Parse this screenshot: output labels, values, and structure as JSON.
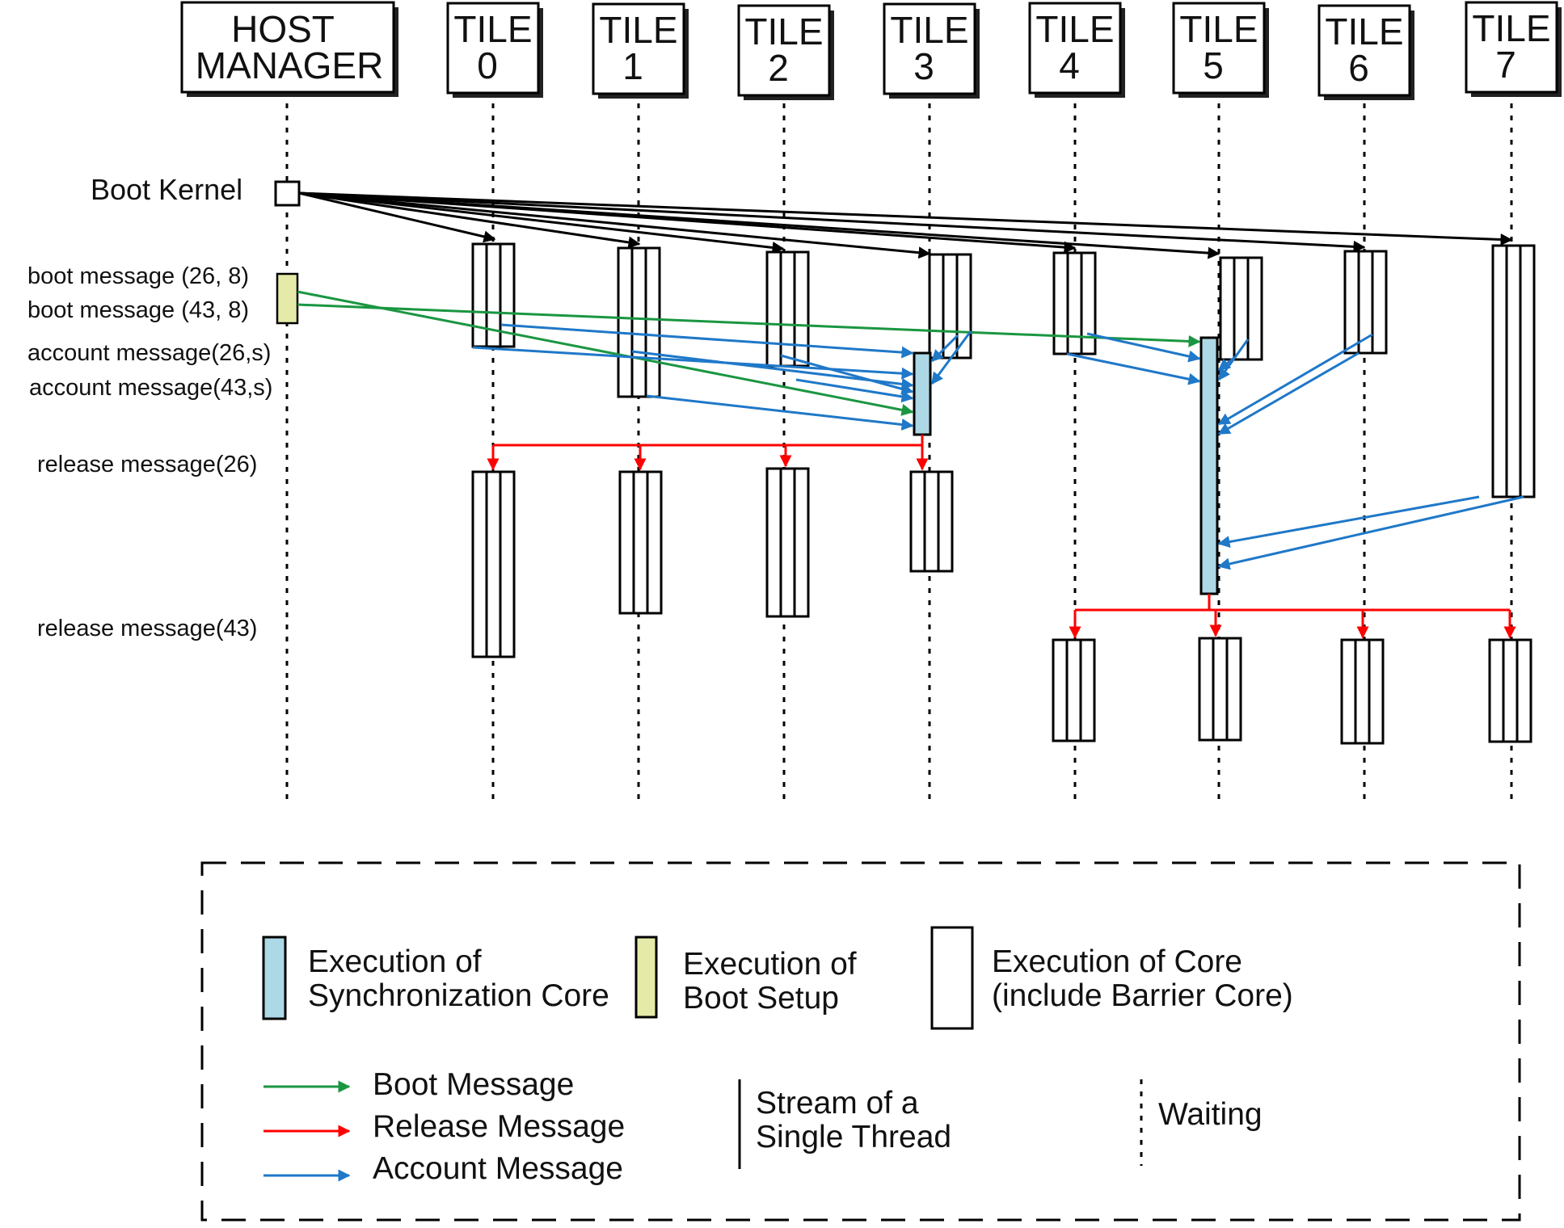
{
  "header": {
    "host_line1": "HOST",
    "host_line2": "MANAGER",
    "tiles": [
      {
        "l1": "TILE",
        "l2": "0"
      },
      {
        "l1": "TILE",
        "l2": "1"
      },
      {
        "l1": "TILE",
        "l2": "2"
      },
      {
        "l1": "TILE",
        "l2": "3"
      },
      {
        "l1": "TILE",
        "l2": "4"
      },
      {
        "l1": "TILE",
        "l2": "5"
      },
      {
        "l1": "TILE",
        "l2": "6"
      },
      {
        "l1": "TILE",
        "l2": "7"
      }
    ]
  },
  "labels": {
    "boot_kernel": "Boot Kernel",
    "boot_message_1": "boot message (26, 8)",
    "boot_message_2": "boot message (43, 8)",
    "account_message_1": "account message(26,s)",
    "account_message_2": "account message(43,s)",
    "release_message_1": "release message(26)",
    "release_message_2": "release message(43)"
  },
  "legend": {
    "sync_line1": "Execution of",
    "sync_line2": "Synchronization Core",
    "boot_line1": "Execution of",
    "boot_line2": "Boot Setup",
    "core_line1": "Execution of Core",
    "core_line2": "(include Barrier Core)",
    "boot_msg": "Boot Message",
    "release_msg": "Release Message",
    "account_msg": "Account Message",
    "stream_line1": "Stream of a",
    "stream_line2": "Single Thread",
    "waiting": "Waiting"
  },
  "colors": {
    "boot_message": "#1a9641",
    "release_message": "#ff0000",
    "account_message": "#1f78c8",
    "kernel_message": "#000000",
    "sync_core_fill": "#add8e6",
    "boot_setup_fill": "#e6eaa8"
  }
}
